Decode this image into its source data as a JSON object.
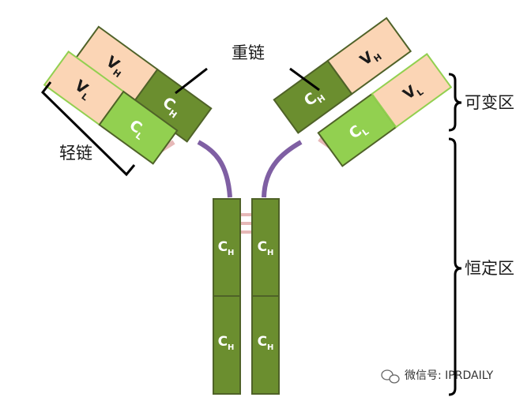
{
  "labels": {
    "heavy_chain": "重链",
    "light_chain": "轻链",
    "variable_region": "可变区",
    "constant_region": "恒定区"
  },
  "domains": {
    "vh": {
      "main": "V",
      "sub": "H"
    },
    "vl": {
      "main": "V",
      "sub": "L"
    },
    "ch": {
      "main": "C",
      "sub": "H"
    },
    "cl": {
      "main": "C",
      "sub": "L"
    }
  },
  "watermark": "微信号: IPRDAILY",
  "colors": {
    "heavy_dark": "#6b8e2f",
    "light_green": "#92d050",
    "variable_peach": "#fbd5b5",
    "outline": "#4f6228",
    "hinge_purple": "#7f5fa3",
    "disulfide_pink": "#e6b8b7"
  }
}
